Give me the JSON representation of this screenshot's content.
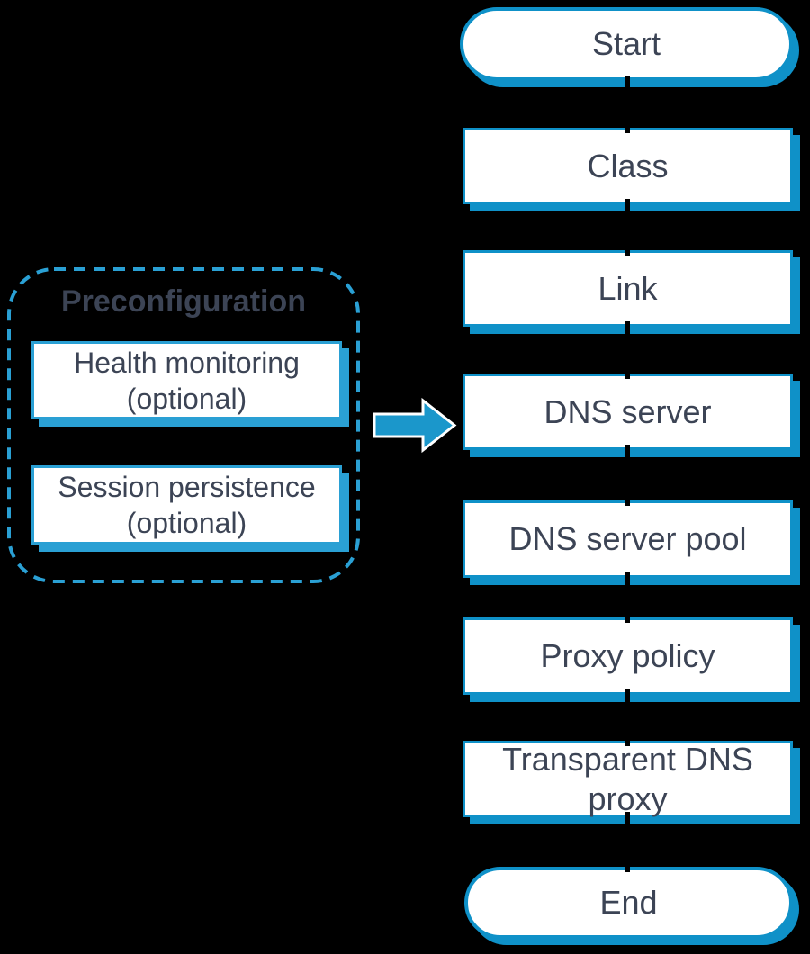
{
  "canvas": {
    "background_color": "#000000",
    "accent_color": "#0f91c8",
    "accent_light_color": "#2aa0d4",
    "text_color": "#3c4455"
  },
  "flow": {
    "nodes": [
      {
        "label": "Start",
        "shape": "terminator"
      },
      {
        "label": "Class",
        "shape": "rectangle"
      },
      {
        "label": "Link",
        "shape": "rectangle"
      },
      {
        "label": "DNS server",
        "shape": "rectangle"
      },
      {
        "label": "DNS server pool",
        "shape": "rectangle"
      },
      {
        "label": "Proxy policy",
        "shape": "rectangle"
      },
      {
        "label": "Transparent DNS proxy",
        "shape": "rectangle"
      },
      {
        "label": "End",
        "shape": "terminator"
      }
    ]
  },
  "preconfiguration": {
    "title": "Preconfiguration",
    "items": [
      {
        "label": "Health monitoring (optional)"
      },
      {
        "label": "Session persistence (optional)"
      }
    ]
  },
  "icons": {
    "arrow": "right-arrow-icon"
  }
}
